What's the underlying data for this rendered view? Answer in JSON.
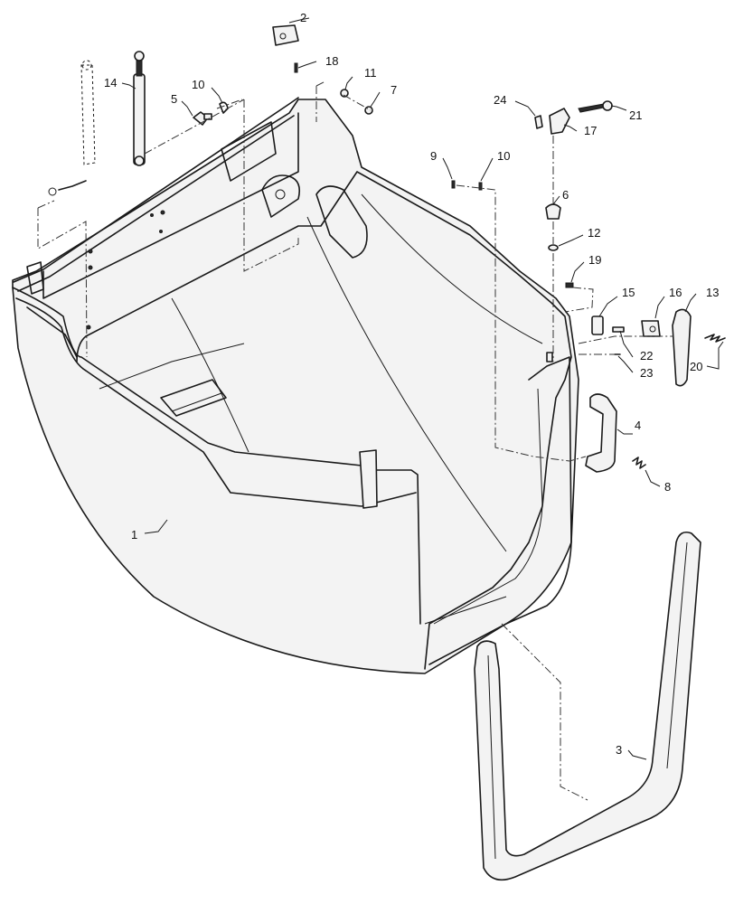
{
  "callouts": [
    {
      "id": "c1",
      "text": "1"
    },
    {
      "id": "c2",
      "text": "2"
    },
    {
      "id": "c3",
      "text": "3"
    },
    {
      "id": "c4",
      "text": "4"
    },
    {
      "id": "c5",
      "text": "5"
    },
    {
      "id": "c6",
      "text": "6"
    },
    {
      "id": "c7",
      "text": "7"
    },
    {
      "id": "c8",
      "text": "8"
    },
    {
      "id": "c9",
      "text": "9"
    },
    {
      "id": "c10a",
      "text": "10"
    },
    {
      "id": "c10b",
      "text": "10"
    },
    {
      "id": "c11",
      "text": "11"
    },
    {
      "id": "c12",
      "text": "12"
    },
    {
      "id": "c13",
      "text": "13"
    },
    {
      "id": "c14",
      "text": "14"
    },
    {
      "id": "c15",
      "text": "15"
    },
    {
      "id": "c16",
      "text": "16"
    },
    {
      "id": "c17",
      "text": "17"
    },
    {
      "id": "c18",
      "text": "18"
    },
    {
      "id": "c19",
      "text": "19"
    },
    {
      "id": "c20",
      "text": "20"
    },
    {
      "id": "c21",
      "text": "21"
    },
    {
      "id": "c22",
      "text": "22"
    },
    {
      "id": "c23",
      "text": "23"
    },
    {
      "id": "c24",
      "text": "24"
    }
  ]
}
